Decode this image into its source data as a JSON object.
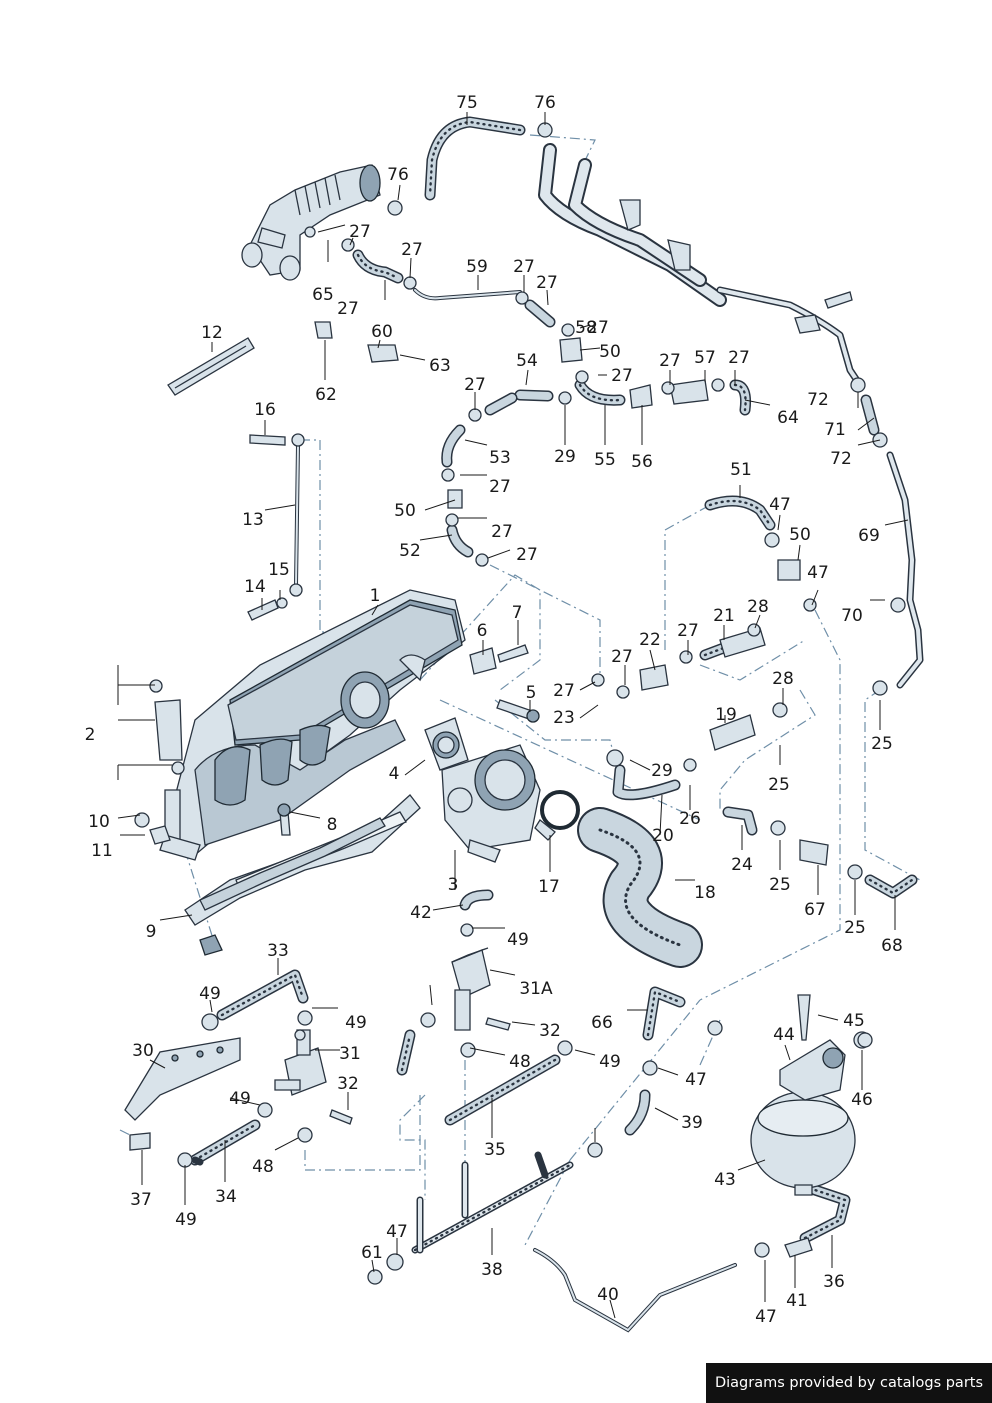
{
  "footer": {
    "credit": "Diagrams provided by catalogs parts"
  },
  "callouts": [
    "75",
    "76",
    "76",
    "27",
    "27",
    "27",
    "59",
    "27",
    "58",
    "65",
    "27",
    "12",
    "60",
    "63",
    "62",
    "27",
    "50",
    "27",
    "54",
    "27",
    "57",
    "27",
    "16",
    "27",
    "29",
    "55",
    "56",
    "64",
    "53",
    "27",
    "72",
    "71",
    "72",
    "50",
    "27",
    "51",
    "47",
    "13",
    "52",
    "27",
    "50",
    "69",
    "15",
    "14",
    "1",
    "7",
    "6",
    "47",
    "70",
    "22",
    "27",
    "28",
    "21",
    "27",
    "27",
    "23",
    "5",
    "28",
    "25",
    "19",
    "2",
    "4",
    "29",
    "25",
    "10",
    "26",
    "8",
    "20",
    "11",
    "24",
    "3",
    "17",
    "18",
    "25",
    "67",
    "9",
    "42",
    "49",
    "33",
    "25",
    "68",
    "31A",
    "49",
    "49",
    "32",
    "66",
    "45",
    "30",
    "31",
    "44",
    "48",
    "47",
    "46",
    "49",
    "32",
    "49",
    "39",
    "48",
    "35",
    "43",
    "37",
    "34",
    "49",
    "38",
    "36",
    "40",
    "47",
    "61",
    "41",
    "47"
  ],
  "colors": {
    "line": "#2a3440",
    "part_fill": "#d9e3ea",
    "leader_dash": "#6f8fa8",
    "footer_bg": "#111111",
    "footer_text": "#ffffff"
  }
}
